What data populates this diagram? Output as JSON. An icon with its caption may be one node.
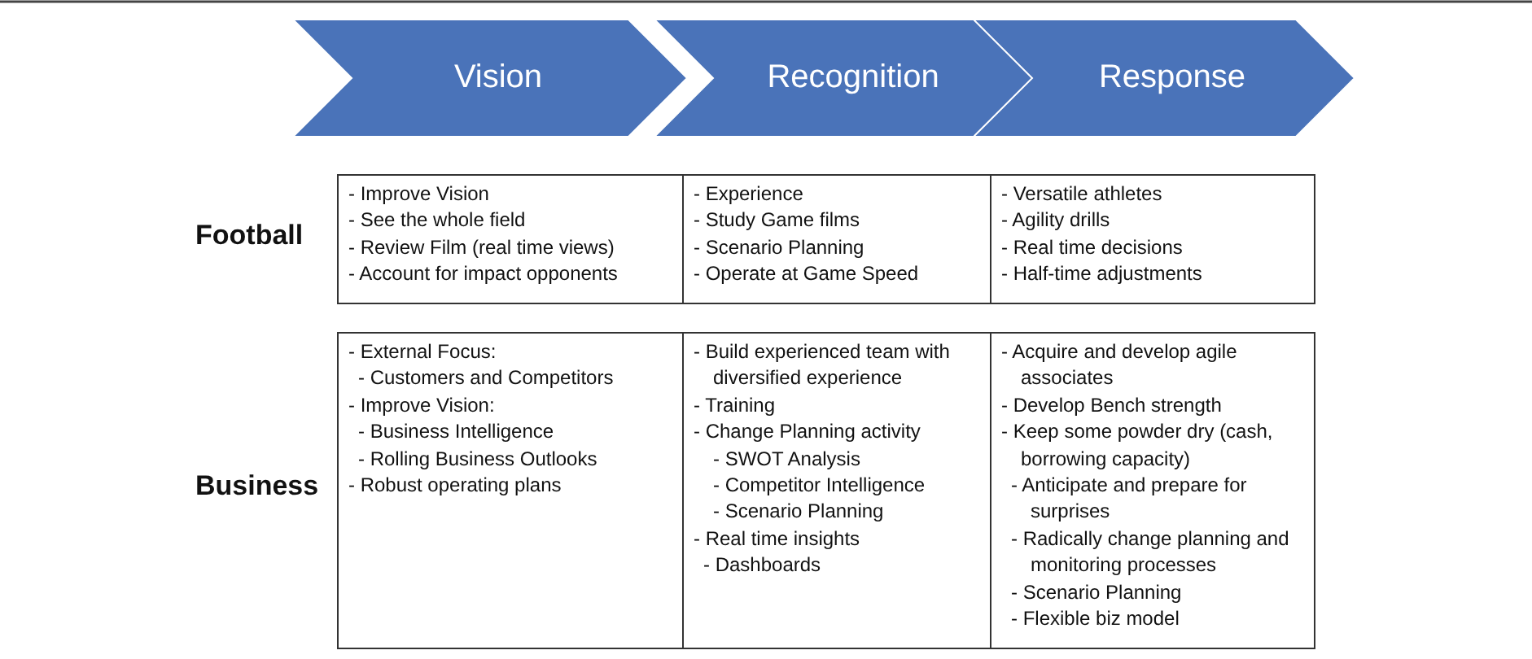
{
  "diagram": {
    "nodes": [
      {
        "text": [
          "Vision"
        ]
      },
      {
        "text": [
          "Recognition"
        ]
      },
      {
        "text": [
          "Response"
        ]
      },
      {
        "text": [
          "- Improve Vision",
          "- See the whole field",
          "- Review Film (real time views)",
          "- Account for impact opponents"
        ]
      },
      {
        "text": [
          "- Experience",
          "- Study Game films",
          "- Scenario Planning",
          "- Operate at Game Speed"
        ]
      },
      {
        "text": [
          "- Versatile athletes",
          "- Agility drills",
          "- Real time decisions",
          "- Half-time adjustments"
        ]
      },
      {
        "text": [
          "- External Focus:",
          "- Customers and Competitors",
          "- Improve Vision:",
          "- Business Intelligence",
          "- Rolling Business Outlooks",
          "- Robust operating plans"
        ]
      },
      {
        "text": [
          "- Build experienced team with diversified experience",
          "- Training",
          "- Change Planning activity",
          "- SWOT Analysis",
          "- Competitor Intelligence",
          "- Scenario Planning",
          "- Real time insights",
          "- Dashboards"
        ]
      },
      {
        "text": [
          "- Acquire and develop agile associates",
          "- Develop Bench strength",
          "- Keep some powder dry (cash, borrowing capacity)",
          "- Anticipate and prepare for surprises",
          "- Radically change planning and monitoring processes",
          "- Scenario Planning",
          "- Flexible biz model"
        ]
      }
    ],
    "labels": [
      "Football",
      "Business"
    ]
  }
}
